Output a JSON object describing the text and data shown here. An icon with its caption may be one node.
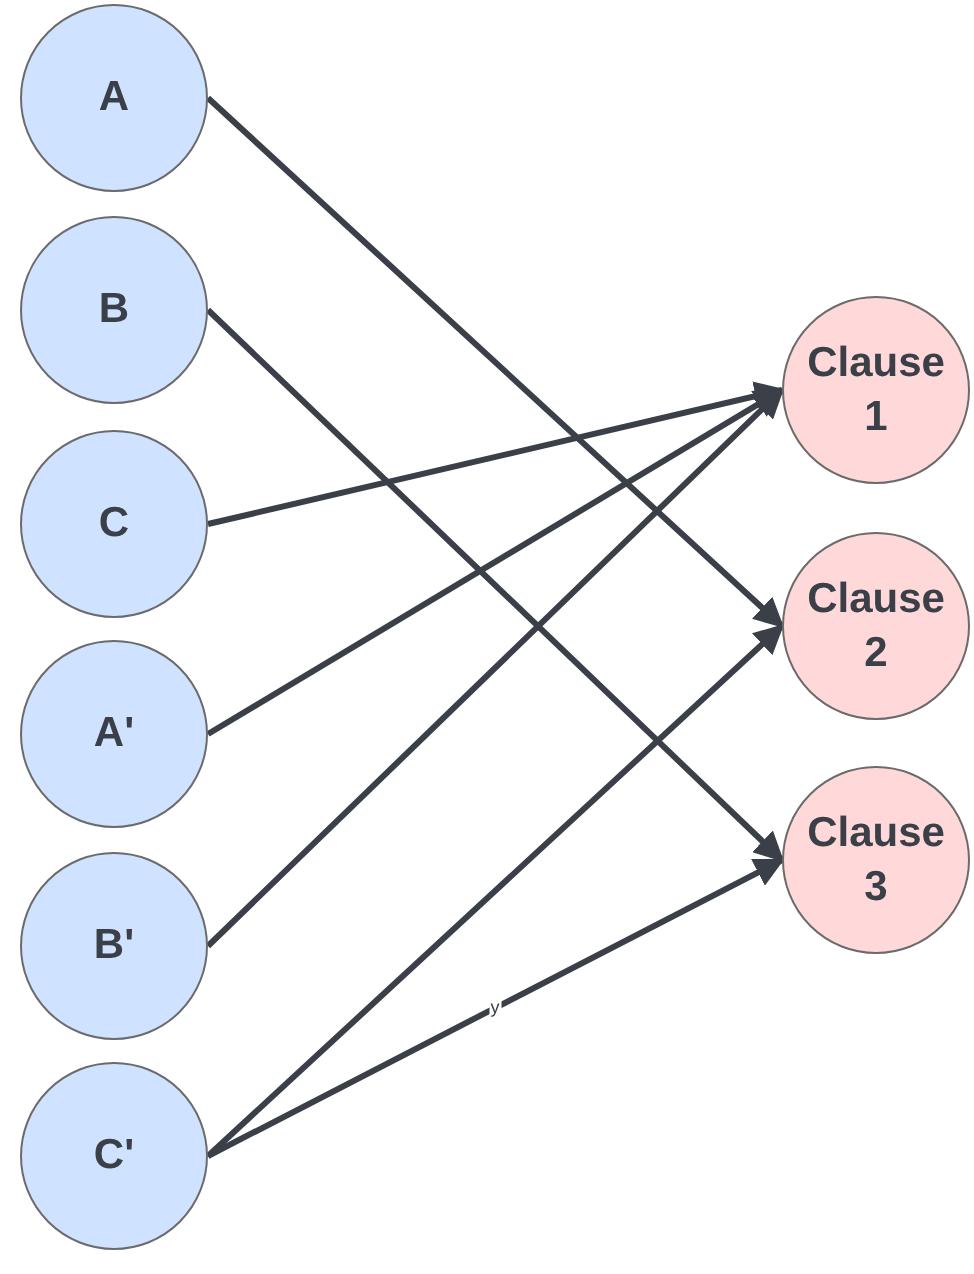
{
  "diagram": {
    "nodes": [
      {
        "text": [
          "A"
        ]
      },
      {
        "text": [
          "B"
        ]
      },
      {
        "text": [
          "C"
        ]
      },
      {
        "text": [
          "A'"
        ]
      },
      {
        "text": [
          "B'"
        ]
      },
      {
        "text": [
          "C'"
        ]
      },
      {
        "text": [
          "Clause 1"
        ]
      },
      {
        "text": [
          "Clause 2"
        ]
      },
      {
        "text": [
          "Clause 3"
        ]
      }
    ],
    "edges": [
      {
        "from": 0,
        "to": 7,
        "arrow": "to"
      },
      {
        "from": 1,
        "to": 8,
        "arrow": "to"
      },
      {
        "from": 2,
        "to": 6,
        "arrow": "to"
      },
      {
        "from": 3,
        "to": 6,
        "arrow": "to"
      },
      {
        "from": 4,
        "to": 6,
        "arrow": "to"
      },
      {
        "from": 5,
        "to": 7,
        "arrow": "to"
      },
      {
        "from": 5,
        "to": 8,
        "arrow": "to",
        "label": "y"
      }
    ]
  }
}
